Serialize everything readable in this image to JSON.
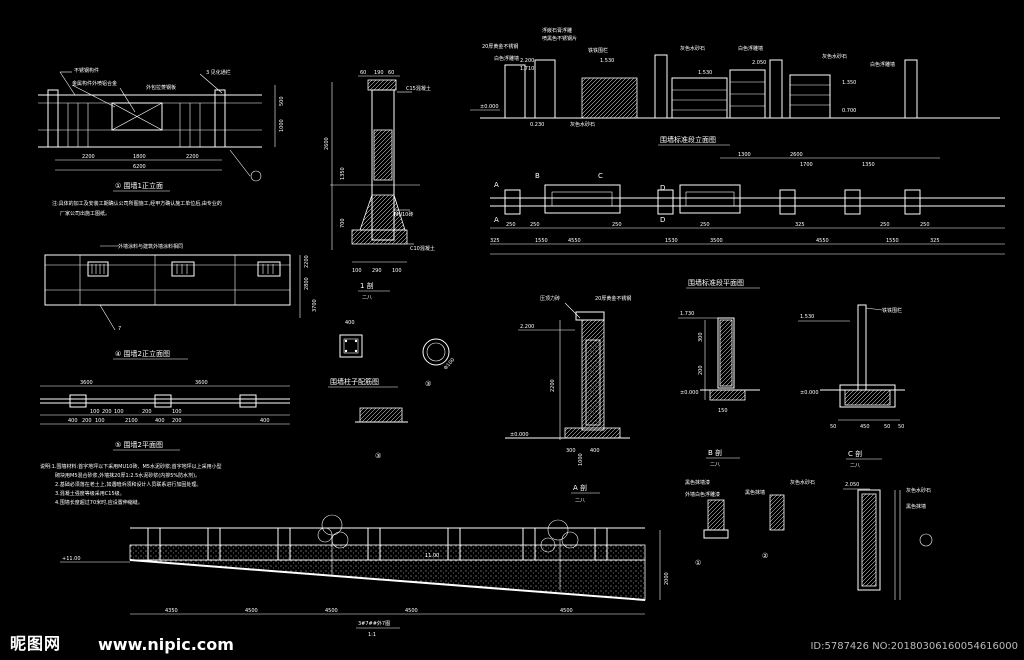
{
  "footer": {
    "logo": "昵图网",
    "url": "www.nipic.com",
    "id": "ID:5787426 NO:20180306160054616000"
  },
  "fence1_elevation": {
    "title": "① 围墙1正立面",
    "label_top_left": "不锈钢构件",
    "label_gold": "金属构件外喷铝合金",
    "label_mesh": "外包拉菱钢板",
    "label_ref": "3 见化通栏",
    "dims": [
      "2200",
      "1800",
      "2200"
    ],
    "total": "6200",
    "side_dims": [
      "500",
      "1000"
    ],
    "note": "注:具体的加工及安装工期确认公司所图施工,经甲方确认施工单位后,由专业的",
    "note2": "厂家公司出施工图纸。"
  },
  "fence2_elevation": {
    "title": "④ 围墙2正立面图",
    "label": "外墙涂料与建筑外墙涂料相同",
    "side_dims": [
      "2200",
      "2800",
      "3700"
    ]
  },
  "fence2_plan": {
    "title": "⑤ 围墙2平面图",
    "dims_top": [
      "3600",
      "3600"
    ],
    "dims_bottom": [
      "100",
      "200",
      "100",
      "200",
      "100",
      "400",
      "200",
      "100",
      "2100",
      "400",
      "200",
      "400"
    ]
  },
  "column_section": {
    "dims_top": [
      "60",
      "190",
      "60"
    ],
    "labels": [
      "C15混凝土",
      "MU10砖",
      "C10混凝土"
    ],
    "side_dims": [
      "2600",
      "1350",
      "700"
    ],
    "bottom_dims": [
      "100",
      "290",
      "100"
    ],
    "title": "1 剖",
    "sub": "二八"
  },
  "column_plan": {
    "title": "围墙柱子配筋图",
    "dim": "400",
    "circle": "Φ100",
    "circle_title": "③"
  },
  "notes": {
    "lines": [
      "说明:1.围墙材料:首字地坪以下采用MU10砖、M5水泥砂浆;首字地坪以上采用小型",
      "砌块用M5混合砂浆,外墙抹20厚1:2.5水泥砂浆(内掺5%防水剂)。",
      "2.基础必须落在老土上,如遇暗浜须和设计人员联系进行加固处理。",
      "3.混凝土强度等级采用C15级。",
      "4.围墙长度超过70米时,应设置伸缩缝。"
    ]
  },
  "slope_elevation": {
    "dims": [
      "4350",
      "4500",
      "4500",
      "4500",
      "4500"
    ],
    "level_left": "+11.00",
    "level_mid": "11.00",
    "side": "2000",
    "title": "3#7##外7图",
    "sub": "1:1"
  },
  "standard_elevation": {
    "title": "围墙标准段立面图",
    "labels": [
      "20厚黄金不锈钢",
      "浮嵌石膏浮雕",
      "喷黑色不锈钢片",
      "白色浮雕墙",
      "铁铁围栏",
      "灰色水砂石",
      "白色浮雕墙",
      "灰色水砂石",
      "白色浮雕墙",
      "灰色水砂石"
    ],
    "dims": [
      "2.200",
      "1.710",
      "1.530",
      "1.530",
      "2.050",
      "1.350",
      "0.700",
      "0.230"
    ],
    "ground": "±0.000"
  },
  "standard_plan": {
    "title": "围墙标准段平面图",
    "dims_top": [
      "1300",
      "2600",
      "1700",
      "1350"
    ],
    "dims_mid": [
      "250",
      "250",
      "250",
      "250",
      "325",
      "250",
      "250"
    ],
    "dims_bottom": [
      "325",
      "1550",
      "4550",
      "1530",
      "3500",
      "4550",
      "1550",
      "325"
    ],
    "letters": [
      "A",
      "B",
      "C",
      "D",
      "D"
    ]
  },
  "section_A": {
    "title": "A 剖",
    "sub": "二八",
    "labels": [
      "压顶力砖",
      "20厚黄金不锈钢"
    ],
    "levels": [
      "2.200",
      "±0.000"
    ],
    "dims": [
      "1000",
      "2200",
      "300",
      "400"
    ]
  },
  "section_B": {
    "title": "B 剖",
    "sub": "二八",
    "levels": [
      "1.730",
      "±0.000"
    ],
    "dims": [
      "300",
      "200",
      "150"
    ]
  },
  "section_C": {
    "title": "C 剖",
    "sub": "二八",
    "levels": [
      "1.530",
      "±0.000"
    ],
    "label": "铁铁围栏",
    "dims": [
      "50",
      "450",
      "50",
      "50"
    ]
  },
  "details": {
    "label1": "黑色抹墙漆",
    "label2": "外墙白色浮雕漆",
    "label3": "灰色水砂石",
    "label4": "黑色抹墙",
    "label5": "灰色水砂石",
    "level": "2.050",
    "d1": "①",
    "d2": "②"
  }
}
